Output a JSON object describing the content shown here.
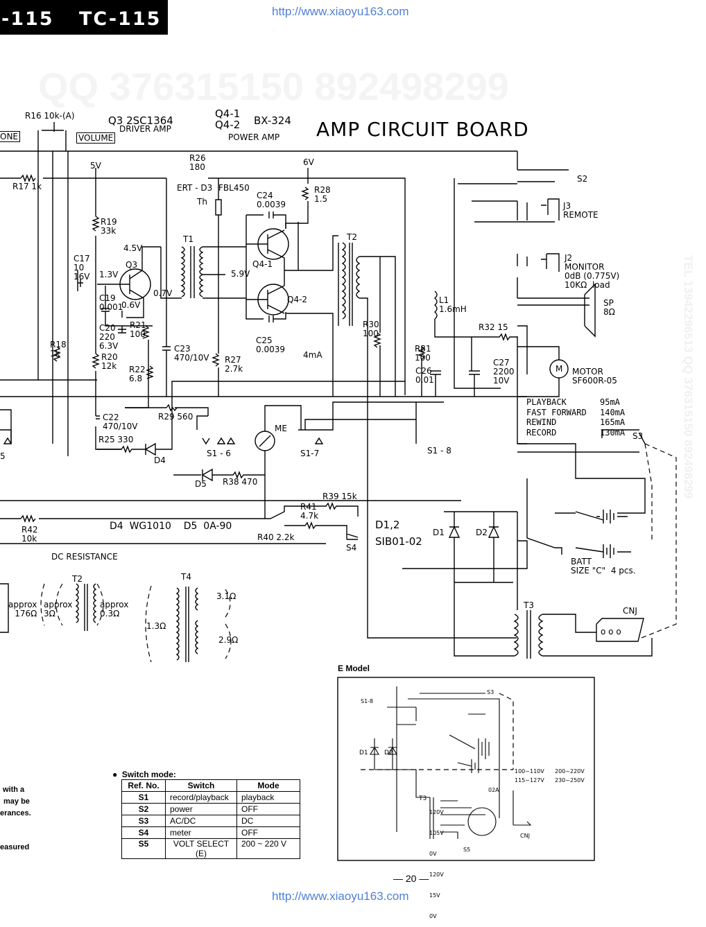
{
  "header": {
    "model_left": "-115",
    "model_right": "TC-115"
  },
  "watermarks": {
    "url_top": "http://www.xiaoyu163.com",
    "url_bottom": "http://www.xiaoyu163.com",
    "qq_large": "QQ 376315150   892498299",
    "tel_vertical": "TEL 13942296513   QQ 376315150 892498299"
  },
  "title": "AMP CIRCUIT BOARD",
  "labels": {
    "r16": "R16  10k-(A)",
    "tone": "ONE",
    "volume": "VOLUME",
    "q3": "Q3  2SC1364",
    "q3_sub": "DRIVER AMP",
    "q4": "Q4-1\nQ4-2",
    "q4_part": "BX-324",
    "q4_sub": "POWER AMP",
    "r26": "R26\n180",
    "v6": "6V",
    "v5": "5V",
    "r17": "R17 1k",
    "ert": "ERT - D3",
    "th": "Th",
    "fbl": "FBL450",
    "c24": "C24\n0.0039",
    "r28": "R28\n1.5",
    "r19": "R19\n33k",
    "t1": "T1",
    "t2": "T2",
    "v45": "4.5V",
    "q3_lbl": "Q3",
    "c17": "C17\n10\n16V",
    "v13": "1.3V",
    "v07": "0.7V",
    "q41": "Q4-1",
    "q42": "Q4-2",
    "v59": "5.9V",
    "c19": "C19\n0.001",
    "v06": "0.6V",
    "c20": "C20\n220\n6.3V",
    "r21": "R21\n100",
    "r18": "R18\n1k",
    "r20": "R20\n12k",
    "r22": "R22\n6.8",
    "c23": "C23\n470/10V",
    "r27": "R27\n2.7k",
    "c25": "C25\n0.0039",
    "ma4": "4mA",
    "r30": "R30\n100",
    "l1": "L1\n1.6mH",
    "r31": "R31\n100",
    "c26": "C26\n0.01",
    "r32": "R32  15",
    "c27": "C27\n2200\n10V",
    "c22": "C22\n470/10V",
    "r29": "R29 560",
    "r25": "R25 330",
    "d4": "D4",
    "s16": "S1 - 6",
    "me": "ME",
    "s17": "S1-7",
    "s18": "S1 - 8",
    "d5": "D5",
    "r38": "R38  470",
    "r39": "R39 15k",
    "r41": "R41\n4.7k",
    "r40": "R40 2.2k",
    "s4": "S4",
    "d12": "D1,2",
    "sib": "SIB01-02",
    "d1": "D1",
    "d2": "D2",
    "r42": "R42\n10k",
    "diodes": "D4  WG1010    D5  0A-90",
    "dc_res": "DC  RESISTANCE",
    "t2b": "T2",
    "t4": "T4",
    "approx1": "approx\n176Ω",
    "approx2": "approx\n3Ω",
    "approx3": "approx\n0.3Ω",
    "r31o": "3.1Ω",
    "r13o": "1.3Ω",
    "r29o": "2.9Ω",
    "s2": "S2",
    "j3": "J3\nREMOTE",
    "j2": "J2\nMONITOR\n0dB (0.775V)\n10KΩ  load",
    "sp": "SP\n8Ω",
    "motor": "MOTOR\nSF600R-05",
    "m_letter": "M",
    "s3": "S3",
    "batt": "BATT\nSIZE \"C\"  4 pcs.",
    "t3": "T3",
    "cnj": "CNJ",
    "dots": "o  o  o",
    "modes": [
      "PLAYBACK",
      "FAST FORWARD",
      "REWIND",
      "RECORD"
    ],
    "currents": [
      "95mA",
      "140mA",
      "165mA",
      "130mA"
    ],
    "left_s": "5",
    "emodel": "E Model",
    "e_s18": "S1-8",
    "e_s3": "S3",
    "e_d1": "D1",
    "e_d2": "D2",
    "e_t3": "T3",
    "e_taps": [
      "120V",
      "105V",
      "0V",
      "120V",
      "15V",
      "0V"
    ],
    "e_volt1": "100~110V",
    "e_volt2": "115~127V",
    "e_volt3": "200~220V",
    "e_volt4": "230~250V",
    "e_02a": "02A",
    "e_s5": "S5",
    "e_cnj": "CNJ",
    "page": "—  20  —"
  },
  "notes_left": [
    "with a",
    "may be",
    "erances.",
    "easured"
  ],
  "switch_mode": {
    "title": "Switch mode:",
    "headers": [
      "Ref. No.",
      "Switch",
      "Mode"
    ],
    "rows": [
      [
        "S1",
        "record/playback",
        "playback"
      ],
      [
        "S2",
        "power",
        "OFF"
      ],
      [
        "S3",
        "AC/DC",
        "DC"
      ],
      [
        "S4",
        "meter",
        "OFF"
      ],
      [
        "S5",
        "VOLT SELECT\n(E)",
        "200 ~ 220 V"
      ]
    ]
  }
}
